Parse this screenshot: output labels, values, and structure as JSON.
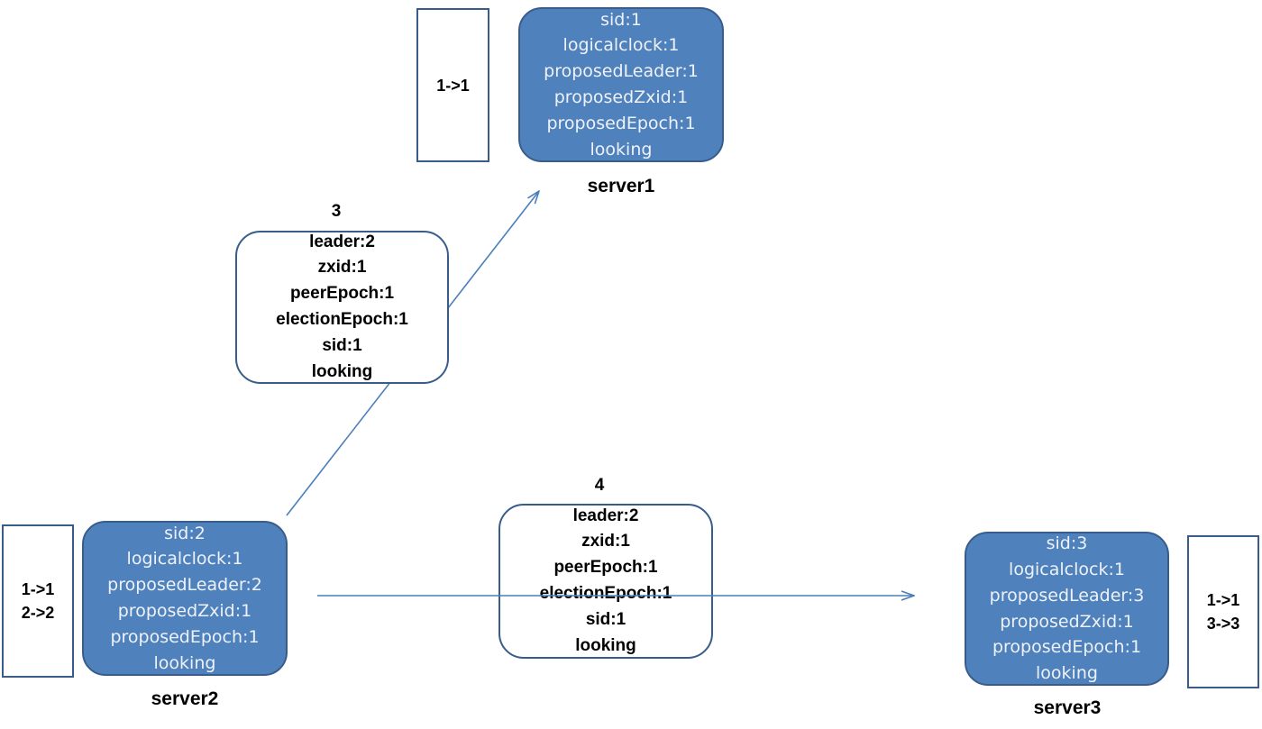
{
  "server1": {
    "label": "server1",
    "lines": [
      "sid:1",
      "logicalclock:1",
      "proposedLeader:1",
      "proposedZxid:1",
      "proposedEpoch:1",
      "looking"
    ],
    "votes": [
      "1->1"
    ]
  },
  "server2": {
    "label": "server2",
    "lines": [
      "sid:2",
      "logicalclock:1",
      "proposedLeader:2",
      "proposedZxid:1",
      "proposedEpoch:1",
      "looking"
    ],
    "votes": [
      "1->1",
      "2->2"
    ]
  },
  "server3": {
    "label": "server3",
    "lines": [
      "sid:3",
      "logicalclock:1",
      "proposedLeader:3",
      "proposedZxid:1",
      "proposedEpoch:1",
      "looking"
    ],
    "votes": [
      "1->1",
      "3->3"
    ]
  },
  "message3": {
    "number": "3",
    "lines": [
      "leader:2",
      "zxid:1",
      "peerEpoch:1",
      "electionEpoch:1",
      "sid:1",
      "looking"
    ]
  },
  "message4": {
    "number": "4",
    "lines": [
      "leader:2",
      "zxid:1",
      "peerEpoch:1",
      "electionEpoch:1",
      "sid:1",
      "looking"
    ]
  },
  "colors": {
    "server_fill": "#4f81bd",
    "border": "#385d8a",
    "arrow": "#4a7ebb"
  }
}
